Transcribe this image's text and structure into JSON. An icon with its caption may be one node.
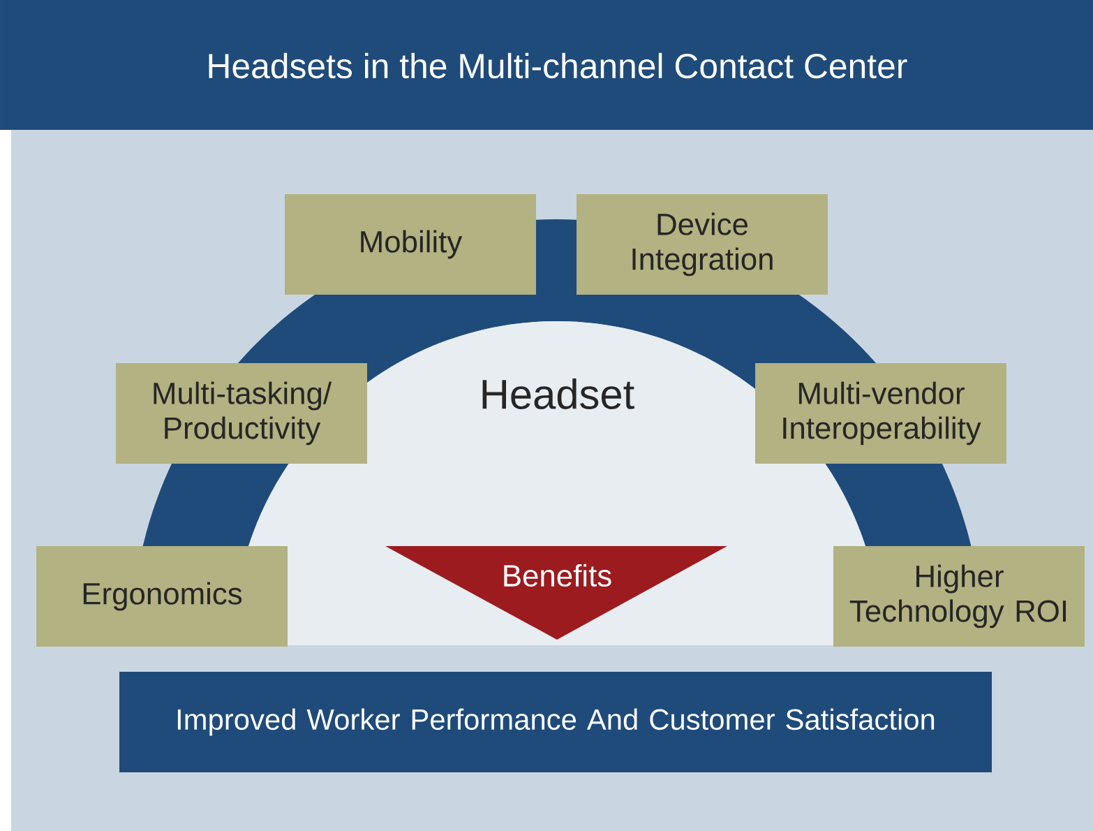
{
  "diagram": {
    "title": "Headsets in the Multi-channel Contact Center",
    "nodes": [
      {
        "text": [
          "Headset"
        ]
      },
      {
        "text": [
          "Mobility"
        ]
      },
      {
        "text": [
          "Device Integration"
        ]
      },
      {
        "text": [
          "Multi-tasking/ Productivity"
        ]
      },
      {
        "text": [
          "Multi-vendor Interoperability"
        ]
      },
      {
        "text": [
          "Ergonomics"
        ]
      },
      {
        "text": [
          "Higher Technology ROI"
        ]
      },
      {
        "text": [
          "Benefits"
        ],
        "in": 0
      },
      {
        "text": [
          "Improved Worker Performance And Customer Satisfaction"
        ]
      }
    ],
    "edges": []
  }
}
